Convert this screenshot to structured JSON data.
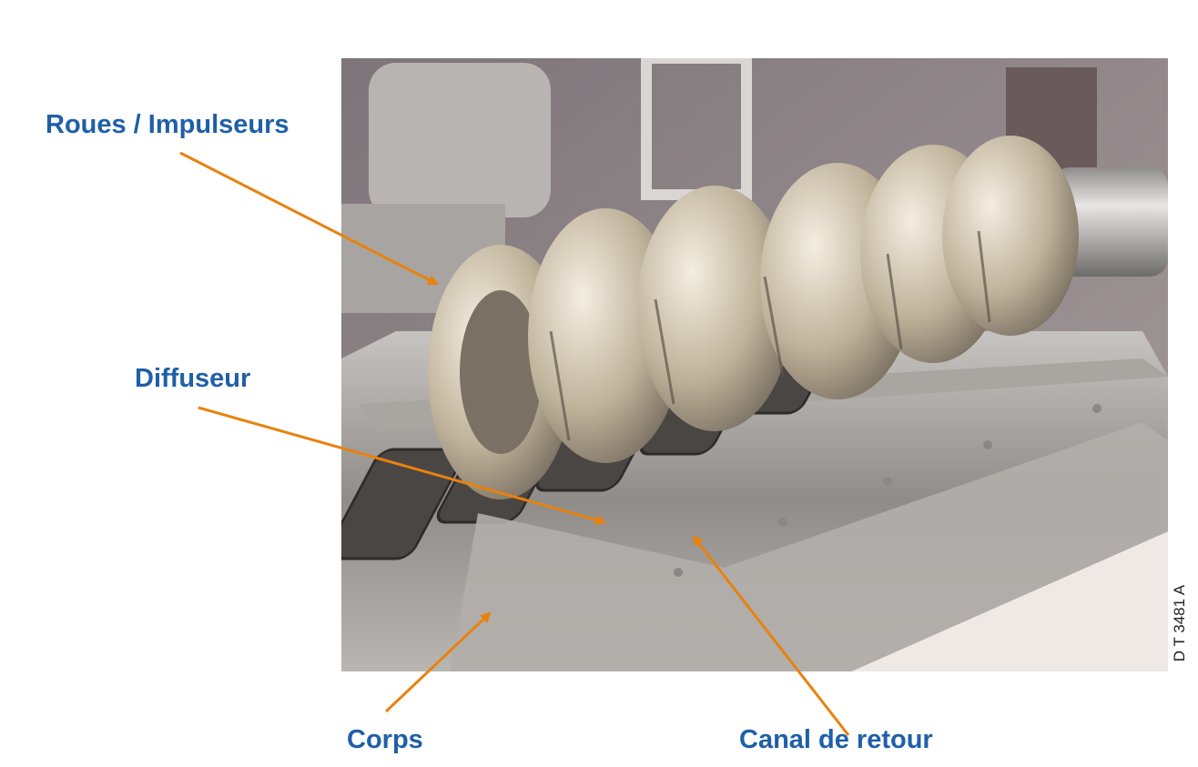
{
  "colors": {
    "label_text": "#1f5fa8",
    "arrow": "#e8820e",
    "background": "#ffffff"
  },
  "photo": {
    "subject": "compressor-rotor-cutaway-photo"
  },
  "labels": {
    "roues": "Roues / Impulseurs",
    "diffuseur": "Diffuseur",
    "corps": "Corps",
    "canal": "Canal de retour"
  },
  "figure_code": "D T 3481 A"
}
